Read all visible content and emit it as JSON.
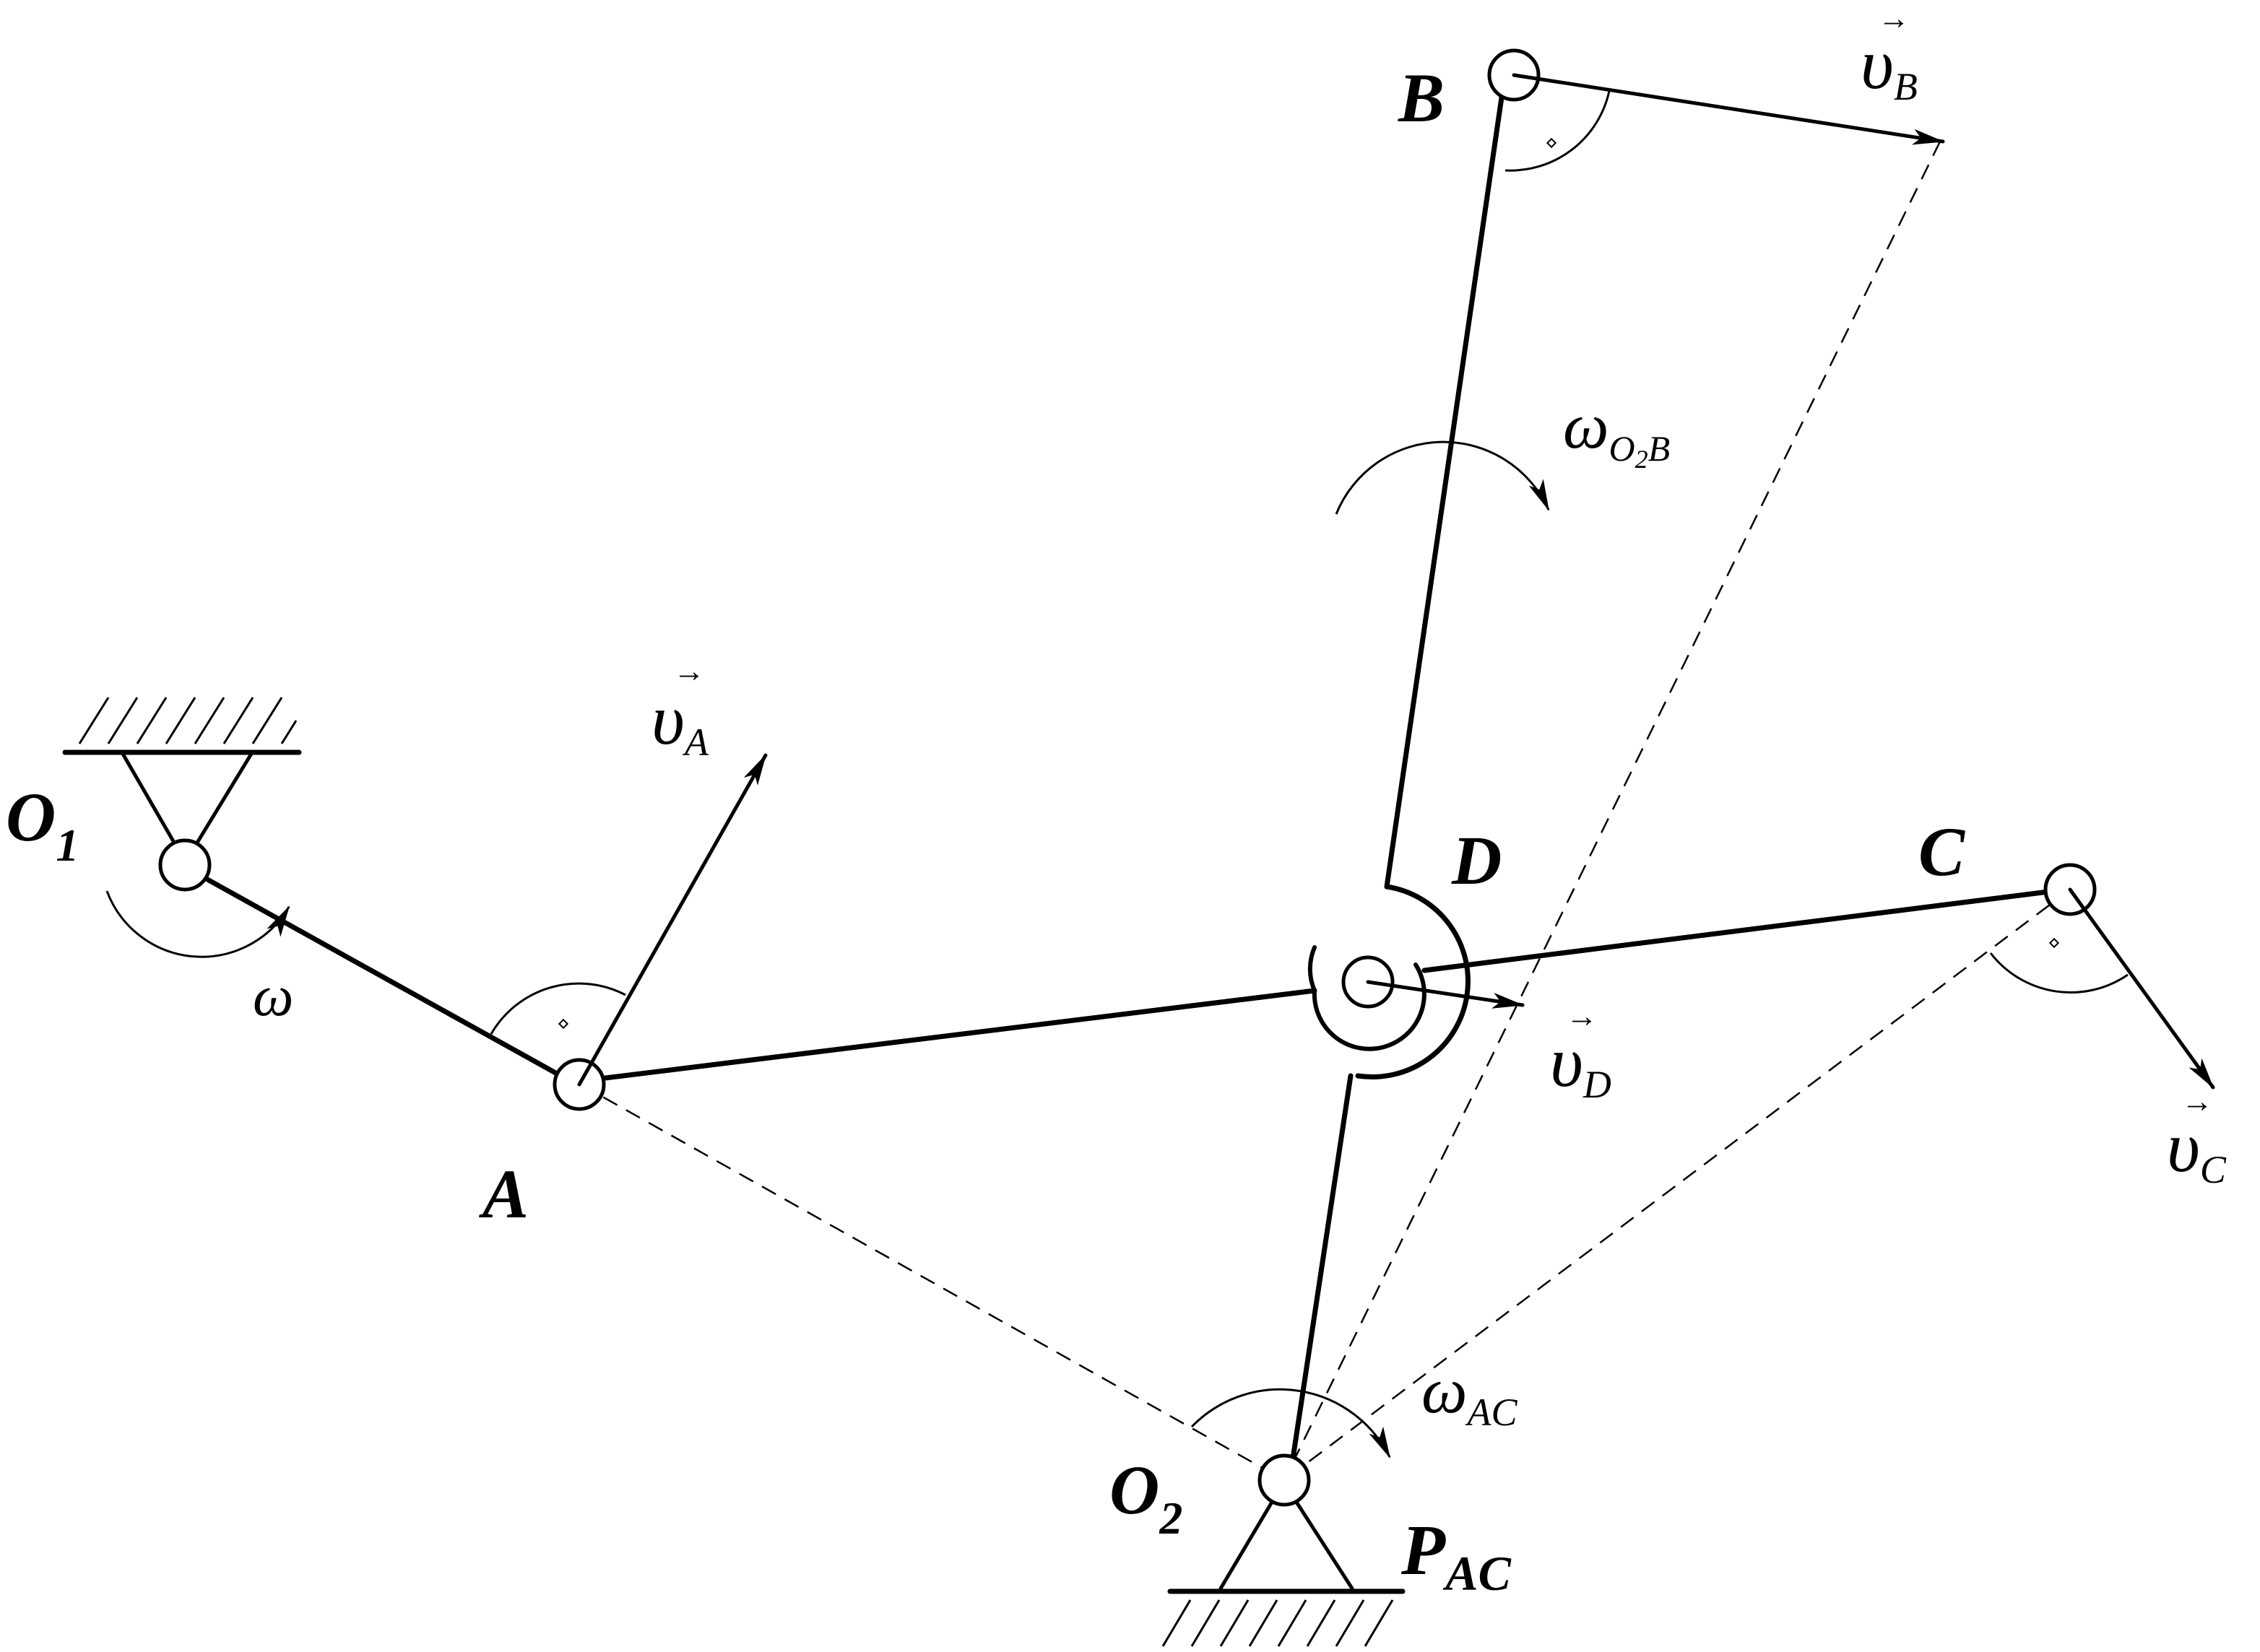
{
  "labels": {
    "O1": "O",
    "O1_sub": "1",
    "O2": "O",
    "O2_sub": "2",
    "A": "A",
    "B": "B",
    "C": "C",
    "D": "D",
    "P": "P",
    "P_sub": "AC"
  },
  "velocities": {
    "vA_sym": "υ",
    "vA_sub": "A",
    "vB_sym": "υ",
    "vB_sub": "B",
    "vC_sym": "υ",
    "vC_sub": "C",
    "vD_sym": "υ",
    "vD_sub": "D",
    "arrow": "→"
  },
  "angular": {
    "omega": "ω",
    "omega_O2B_sym": "ω",
    "omega_O2B_sub": "O",
    "omega_O2B_sub2": "2",
    "omega_O2B_sub3": "B",
    "omega_AC_sym": "ω",
    "omega_AC_sub": "AC"
  }
}
